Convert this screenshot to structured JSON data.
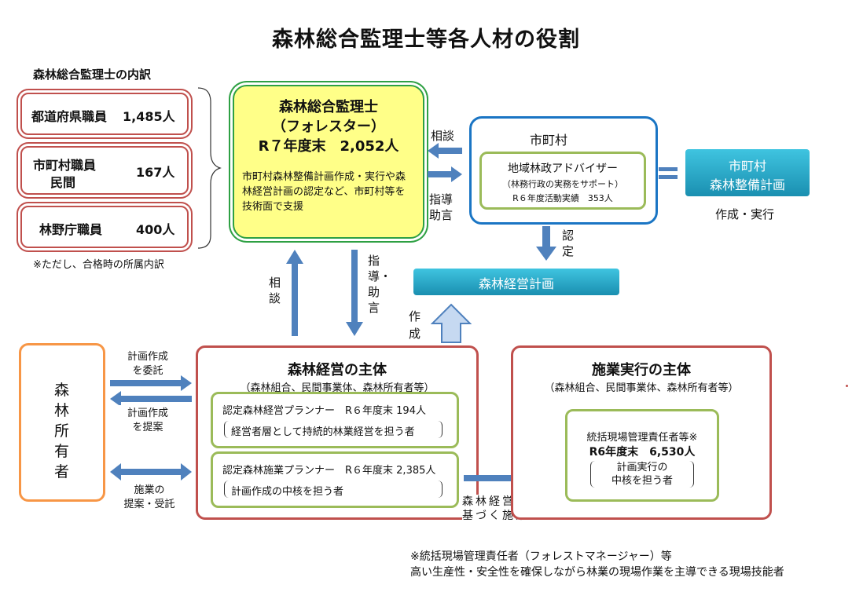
{
  "title": "森林総合監理士等各人材の役割",
  "breakdown": {
    "heading": "森林総合監理士の内訳",
    "items": [
      {
        "label": "都道府県職員",
        "value": "1,485人"
      },
      {
        "label_line1": "市町村職員",
        "label_line2": "民間",
        "value": "167人"
      },
      {
        "label": "林野庁職員",
        "value": "400人"
      }
    ],
    "note": "※ただし、合格時の所属内訳"
  },
  "forester": {
    "line1": "森林総合監理士",
    "line2": "（フォレスター）",
    "line3": "R７年度末　2,052人",
    "desc": "市町村森林整備計画作成・実行や森林経営計画の認定など、市町村等を技術面で支援"
  },
  "municipality": {
    "label": "市町村",
    "advisor_name": "地域林政アドバイザー",
    "advisor_sub": "（林務行政の実務をサポート）",
    "advisor_count": "R６年度活動実績　353人"
  },
  "plan_box": {
    "line1": "市町村",
    "line2": "森林整備計画",
    "caption": "作成・実行"
  },
  "arrows": {
    "consult": "相談",
    "guide_line1": "指導",
    "guide_line2": "助言",
    "approve": "認定",
    "consult_vertical": "相談",
    "guide_vertical": "指導・助言",
    "create": "作成",
    "delegate_line1": "計画作成",
    "delegate_line2": "を委託",
    "propose_line1": "計画作成",
    "propose_line2": "を提案",
    "op_line1": "施業の",
    "op_line2": "提案・受託",
    "supervise_line1": "森林経営計画に",
    "supervise_line2": "基づく施業の監理"
  },
  "management_plan": "森林経営計画",
  "owner": "森林所有者",
  "entity": {
    "title": "森林経営の主体",
    "sub": "（森林組合、民間事業体、森林所有者等）",
    "planner1_title": "認定森林経営プランナー　R６年度末  194人",
    "planner1_desc": "経営者層として持続的林業経営を担う者",
    "planner2_title": "認定森林施業プランナー　R６年度末  2,385人",
    "planner2_desc": "計画作成の中核を担う者"
  },
  "operation": {
    "title": "施業実行の主体",
    "sub": "（森林組合、民間事業体、森林所有者等）",
    "mgr_line1": "統括現場管理責任者等※",
    "mgr_line2": "R6年度末　6,530人",
    "mgr_desc1": "計画実行の",
    "mgr_desc2": "中核を担う者"
  },
  "footnote": {
    "line1": "※統括現場管理責任者（フォレストマネージャー）等",
    "line2": "高い生産性・安全性を確保しながら林業の現場作業を主導できる現場技能者"
  },
  "colors": {
    "red": "#c0504d",
    "green": "#9bbb59",
    "blue": "#4f81bd",
    "yellow": "#ffff88",
    "orange": "#f79646",
    "teal": "#2aaed0"
  }
}
